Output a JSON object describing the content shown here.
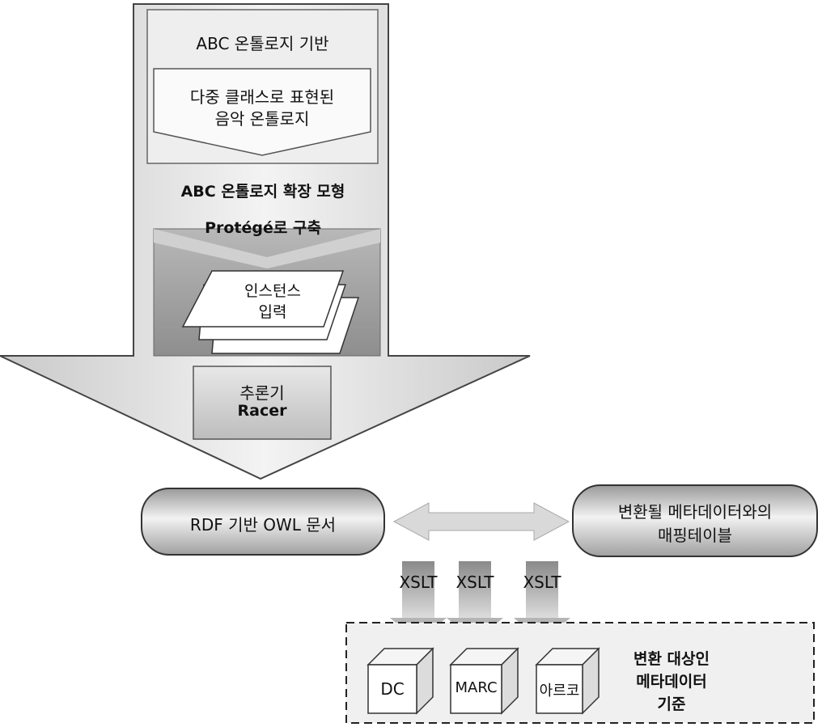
{
  "top_box": {
    "title": "ABC 온톨로지 기반",
    "inner_line1": "다중 클래스로 표현된",
    "inner_line2": "음악 온톨로지"
  },
  "extension": {
    "line1": "ABC 온톨로지 확장 모형",
    "line2": "Protégé로 구축"
  },
  "instances": {
    "line1": "인스턴스",
    "line2": "입력"
  },
  "reasoner": {
    "line1": "추론기",
    "line2": "Racer"
  },
  "rdf_doc": "RDF 기반 OWL 문서",
  "mapping_table": {
    "line1": "변환될 메타데이터와의",
    "line2": "매핑테이블"
  },
  "transforms": [
    "XSLT",
    "XSLT",
    "XSLT"
  ],
  "targets": {
    "items": [
      "DC",
      "MARC",
      "아르코"
    ],
    "caption_line1": "변환 대상인",
    "caption_line2": "메타데이터",
    "caption_line3": "기준"
  }
}
